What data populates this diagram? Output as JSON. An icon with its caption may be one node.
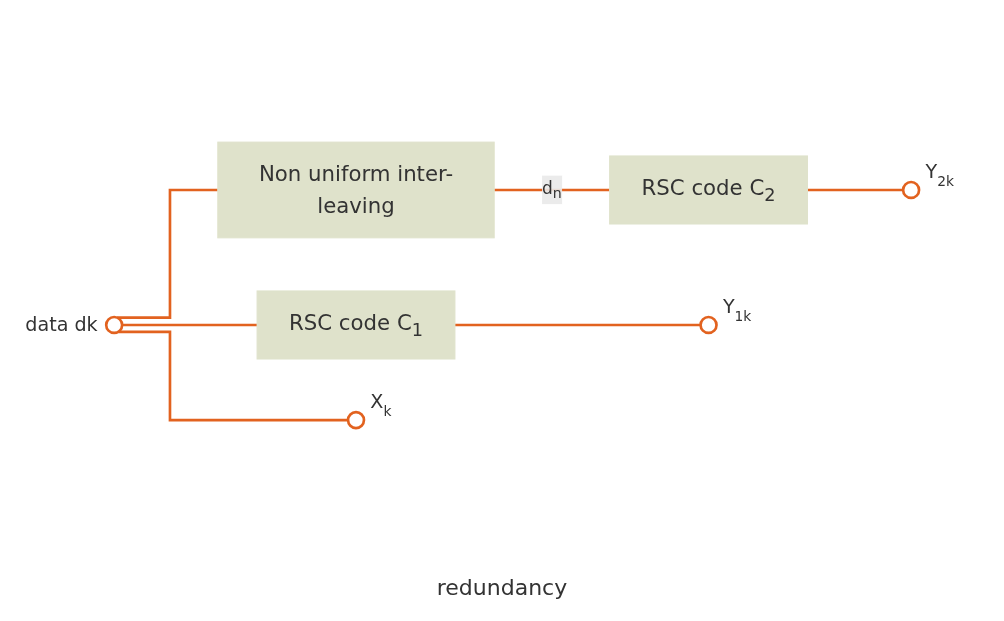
{
  "diagram": {
    "nodes": [
      {
        "text": [],
        "shape": "circle",
        "beside": [
          "data dk"
        ]
      },
      {
        "text": [
          "RSC code C$_{1}$"
        ]
      },
      {
        "text": [
          "Non uniform inter-leaving"
        ]
      },
      {
        "text": [
          "RSC code C$_{2}$"
        ]
      },
      {
        "text": [],
        "shape": "circle",
        "beside": [
          "X$_{k}$"
        ]
      },
      {
        "text": [],
        "shape": "circle",
        "beside": [
          "Y$_{1k}$"
        ]
      },
      {
        "text": [],
        "shape": "circle",
        "beside": [
          "Y$_{2k}$"
        ]
      }
    ],
    "edges": [
      {
        "from": 0,
        "to": 4,
        "arrow": "none"
      },
      {
        "from": 0,
        "to": 1,
        "arrow": "none"
      },
      {
        "from": 0,
        "to": 2,
        "arrow": "none"
      },
      {
        "from": 1,
        "to": 5,
        "arrow": "none"
      },
      {
        "from": 2,
        "to": 3,
        "arrow": "none",
        "label": "d$_{n}$"
      },
      {
        "from": 3,
        "to": 6,
        "arrow": "none"
      }
    ],
    "labels": [
      "redundancy"
    ]
  }
}
